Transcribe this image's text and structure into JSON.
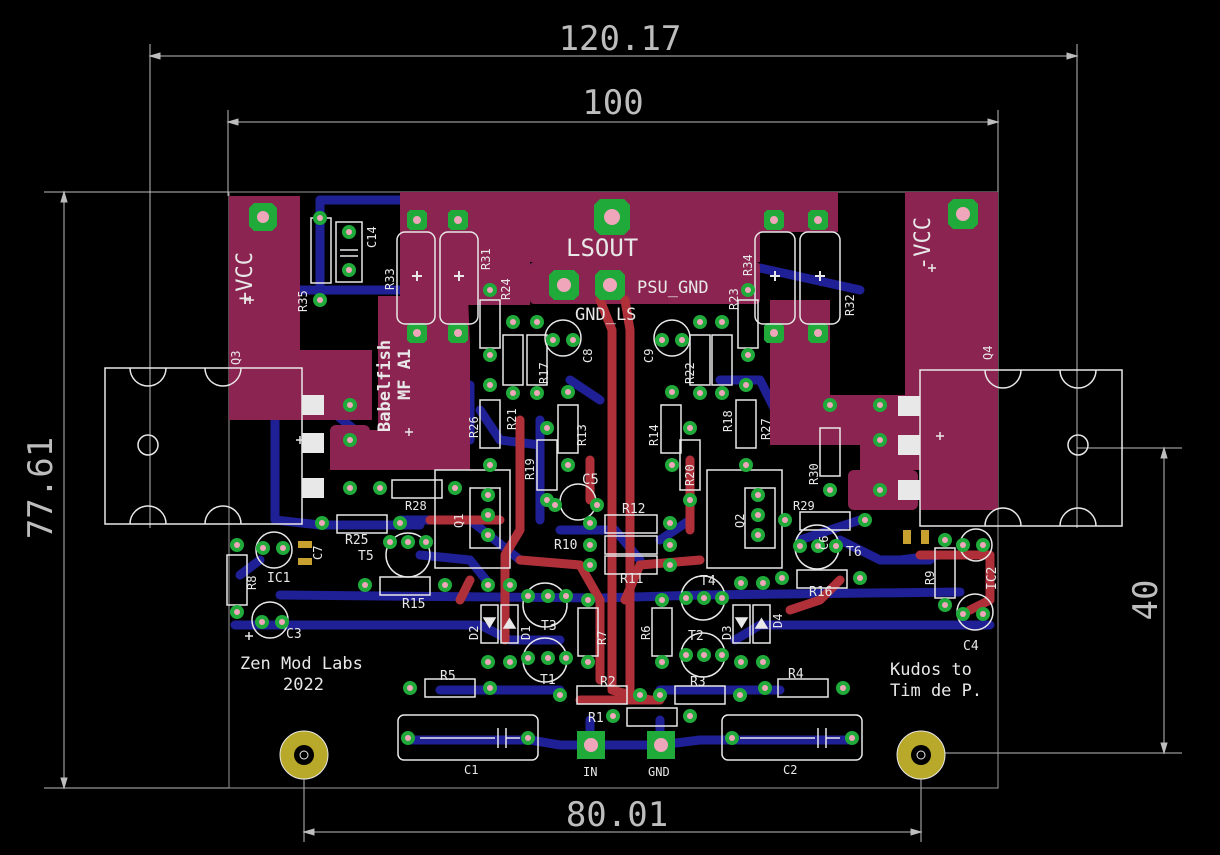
{
  "colors": {
    "background": "#000000",
    "top_copper": "#8b2450",
    "bottom_copper": "#1f1f96",
    "pad": "#1faa3a",
    "pad_hole": "#f0a6ba",
    "silk": "#e8e8e8",
    "dimension": "#bdbdbd",
    "mount_ring": "#b8a92a",
    "bottom_trace_red": "#b0303a"
  },
  "dimensions": {
    "overall_width": "120.17",
    "board_width": "100",
    "board_height": "77.61",
    "mount_span_x": "80.01",
    "mount_span_y": "40"
  },
  "labels": {
    "lsout": "LSOUT",
    "psu_gnd": "PSU_GND",
    "gnd_ls": "GND_LS",
    "plus_vcc": "+VCC",
    "minus_vcc": "-VCC",
    "title_line1": "Babelfish",
    "title_line2": "MF A1",
    "credit_line1": "Zen Mod Labs",
    "credit_line2": "2022",
    "kudos_line1": "Kudos to",
    "kudos_line2": "Tim de P.",
    "in": "IN",
    "gnd": "GND"
  },
  "components": {
    "R35": "R35",
    "C14": "C14",
    "R33": "R33",
    "R31": "R31",
    "R24": "R24",
    "R34": "R34",
    "R32": "R32",
    "R23": "R23",
    "Q3": "Q3",
    "Q4": "Q4",
    "C8": "C8",
    "C9": "C9",
    "R26": "R26",
    "R21": "R21",
    "R17": "R17",
    "R13": "R13",
    "R19": "R19",
    "R14": "R14",
    "R22": "R22",
    "R18": "R18",
    "R20": "R20",
    "R27": "R27",
    "R30": "R30",
    "R28": "R28",
    "R29": "R29",
    "Q1": "Q1",
    "Q2": "Q2",
    "C5": "C5",
    "C6": "C6",
    "R12": "R12",
    "R10": "R10",
    "R11": "R11",
    "R25": "R25",
    "T5": "T5",
    "T6": "T6",
    "R15": "R15",
    "R16": "R16",
    "IC1": "IC1",
    "IC2": "IC2",
    "R8": "R8",
    "R9": "R9",
    "C7": "C7",
    "C3": "C3",
    "C4": "C4",
    "D2": "D2",
    "D1": "D1",
    "D3": "D3",
    "D4": "D4",
    "T3": "T3",
    "T1": "T1",
    "T4": "T4",
    "T2": "T2",
    "R7": "R7",
    "R6": "R6",
    "R5": "R5",
    "R2": "R2",
    "R3": "R3",
    "R4": "R4",
    "R1": "R1",
    "C1": "C1",
    "C2": "C2"
  }
}
